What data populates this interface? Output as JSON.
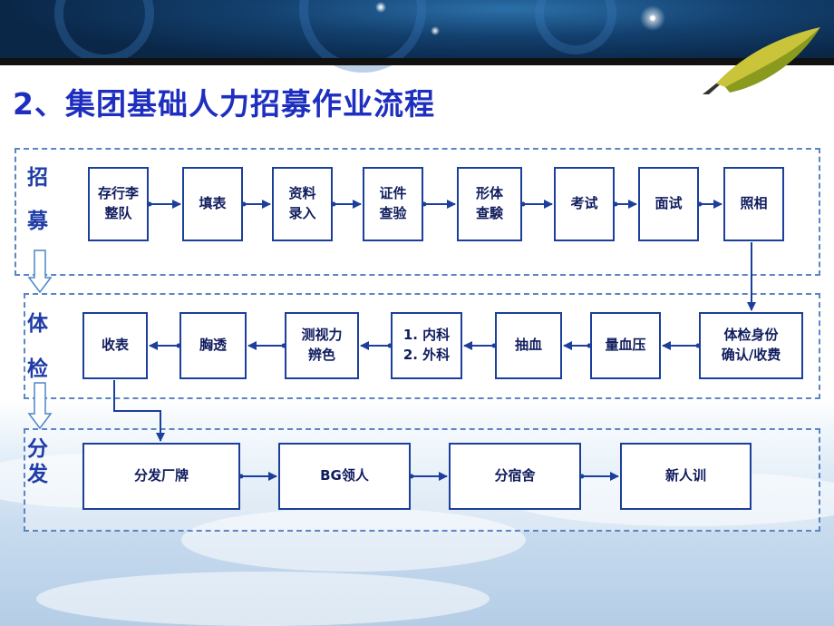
{
  "slide": {
    "title": "2、集团基础人力招募作业流程"
  },
  "sections": {
    "recruit": {
      "label_1": "招",
      "label_2": "募"
    },
    "exam": {
      "label_1": "体",
      "label_2": "检"
    },
    "assign": {
      "label_1": "分",
      "label_2": "发"
    }
  },
  "flow": {
    "recruit_steps": [
      "存行李\n整队",
      "填表",
      "资料\n录入",
      "证件\n查验",
      "形体\n查験",
      "考试",
      "面试",
      "照相"
    ],
    "exam_steps": [
      "体检身份\n确认/收费",
      "量血压",
      "抽血",
      "1. 内科\n2. 外科",
      "测视力\n辨色",
      "胸透",
      "收表"
    ],
    "assign_steps": [
      "分发厂牌",
      "BG领人",
      "分宿舍",
      "新人训"
    ]
  },
  "colors": {
    "title": "#1e2fbf",
    "node_border": "#1b3f9b",
    "section_border": "#5b86c3",
    "arrow": "#1b3f9b",
    "banner": "#13406e"
  },
  "icons": [
    "pen-icon",
    "down-arrow-icon"
  ]
}
